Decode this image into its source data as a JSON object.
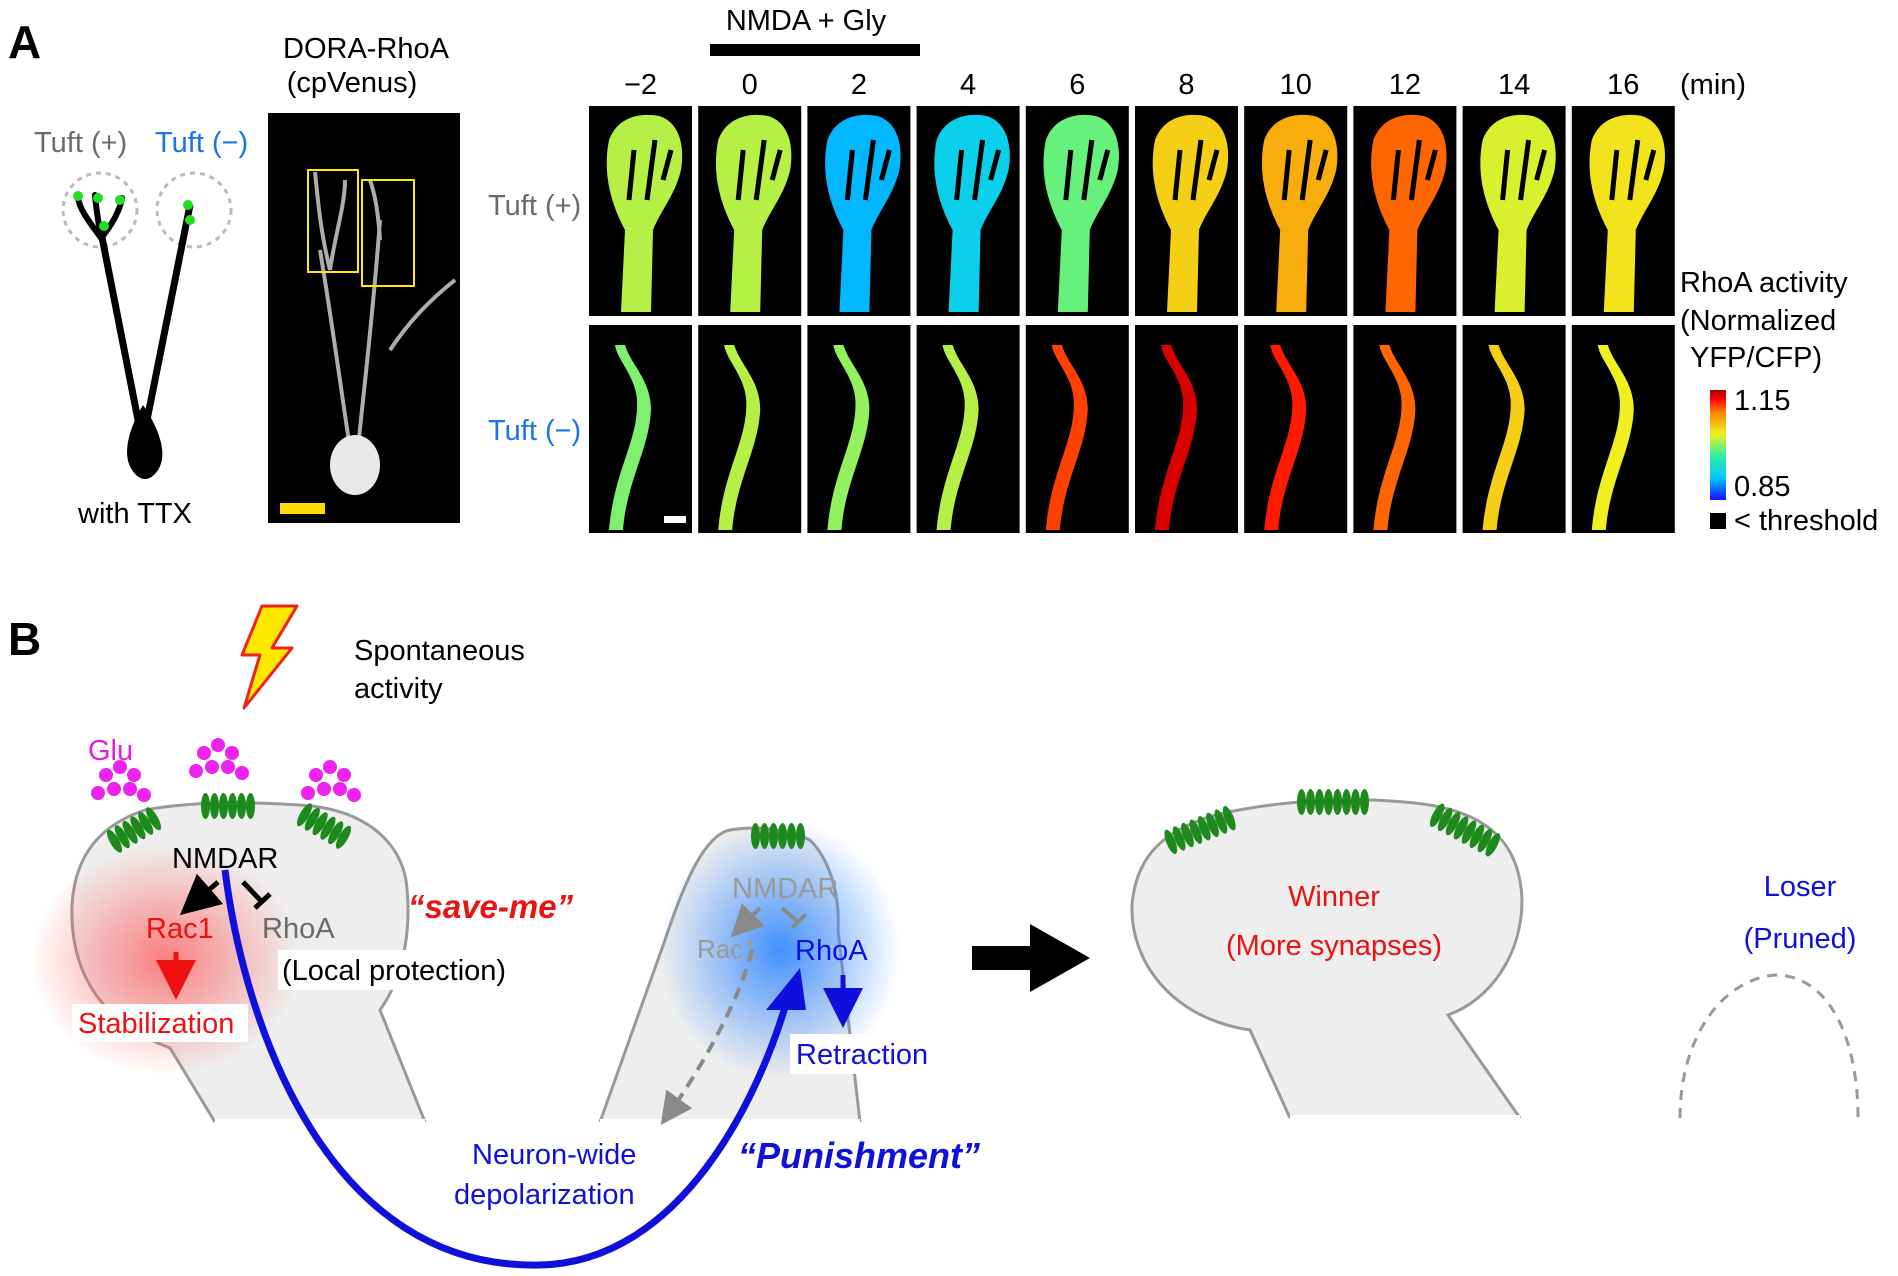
{
  "panelA": {
    "letter": "A",
    "diagram": {
      "tuft_pos": "Tuft (+)",
      "tuft_neg": "Tuft (−)",
      "condition": "with TTX"
    },
    "micrograph": {
      "title": "DORA-RhoA",
      "subtitle": "(cpVenus)"
    },
    "timeseries": {
      "stimulus": "NMDA + Gly",
      "unit": "(min)",
      "times": [
        "−2",
        "0",
        "2",
        "4",
        "6",
        "8",
        "10",
        "12",
        "14",
        "16"
      ],
      "row_pos": "Tuft (+)",
      "row_neg": "Tuft (−)",
      "activity_pos": [
        0.45,
        0.45,
        0.15,
        0.2,
        0.38,
        0.55,
        0.6,
        0.7,
        0.48,
        0.52
      ],
      "activity_neg": [
        0.4,
        0.45,
        0.42,
        0.45,
        0.75,
        0.9,
        0.8,
        0.7,
        0.55,
        0.5
      ]
    },
    "colorbar": {
      "title1": "RhoA activity",
      "title2": "(Normalized",
      "title3": "YFP/CFP)",
      "max": "1.15",
      "min": "0.85",
      "threshold": "< threshold",
      "stops": [
        "#1010ff",
        "#00c8ff",
        "#30f0a0",
        "#f0f020",
        "#ff8000",
        "#ff0000",
        "#a00000"
      ]
    }
  },
  "panelB": {
    "letter": "B",
    "spontaneous1": "Spontaneous",
    "spontaneous2": "activity",
    "glu": "Glu",
    "nmdar": "NMDAR",
    "rac1": "Rac1",
    "rhoa": "RhoA",
    "stabilization": "Stabilization",
    "local_protection": "(Local protection)",
    "save_me": "“save-me”",
    "nmdar2": "NMDAR",
    "rac1_2": "Rac1",
    "rhoa2": "RhoA",
    "retraction": "Retraction",
    "neuron_wide1": "Neuron-wide",
    "neuron_wide2": "depolarization",
    "punishment": "“Punishment”",
    "winner": "Winner",
    "winner_sub": "(More synapses)",
    "loser": "Loser",
    "loser_sub": "(Pruned)"
  }
}
